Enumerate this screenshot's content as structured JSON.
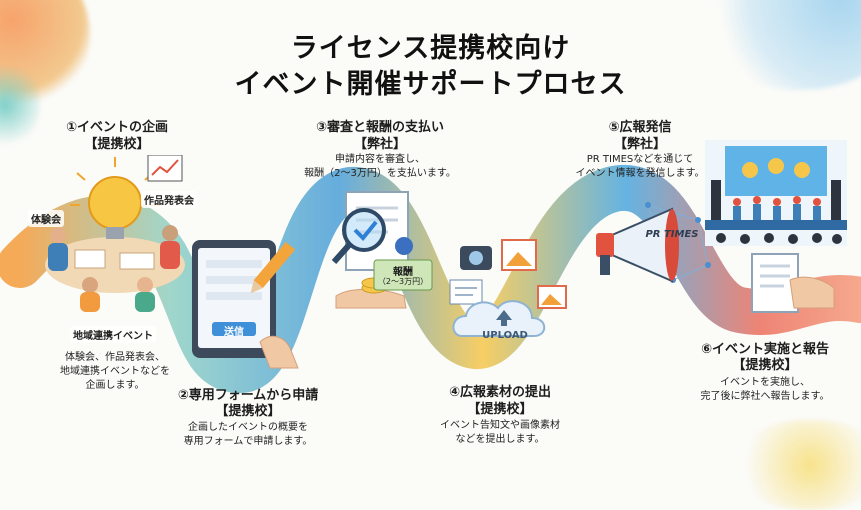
{
  "title": {
    "line1": "ライセンス提携校向け",
    "line2": "イベント開催サポートプロセス"
  },
  "steps": [
    {
      "heading": "①イベントの企画",
      "owner": "【提携校】",
      "description_lines": [
        "体験会、作品発表会、",
        "地域連携イベントなどを",
        "企画します。"
      ]
    },
    {
      "heading": "②専用フォームから申請",
      "owner": "【提携校】",
      "description_lines": [
        "企画したイベントの概要を",
        "専用フォームで申請します。"
      ]
    },
    {
      "heading": "③審査と報酬の支払い",
      "owner": "【弊社】",
      "description_lines": [
        "申請内容を審査し、",
        "報酬（2〜3万円）を支払います。"
      ]
    },
    {
      "heading": "④広報素材の提出",
      "owner": "【提携校】",
      "description_lines": [
        "イベント告知文や画像素材",
        "などを提出します。"
      ]
    },
    {
      "heading": "⑤広報発信",
      "owner": "【弊社】",
      "description_lines": [
        "PR TIMESなどを通じて",
        "イベント情報を発信します。"
      ]
    },
    {
      "heading": "⑥イベント実施と報告",
      "owner": "【提携校】",
      "description_lines": [
        "イベントを実施し、",
        "完了後に弊社へ報告します。"
      ]
    }
  ],
  "illustration_labels": {
    "taiken": "体験会",
    "sakuhin": "作品発表会",
    "chiiki": "地域連携イベント",
    "submit_button": "送信",
    "reward_note": "報酬",
    "reward_amount": "（2〜3万円）",
    "upload": "UPLOAD",
    "prtimes": "PR TIMES"
  },
  "colors": {
    "wave_left": "#f4a23c",
    "wave_mid": "#5db7d3",
    "wave_right": "#e9605a",
    "accent_blue": "#2e7fd6",
    "accent_yellow": "#f6c64a"
  }
}
